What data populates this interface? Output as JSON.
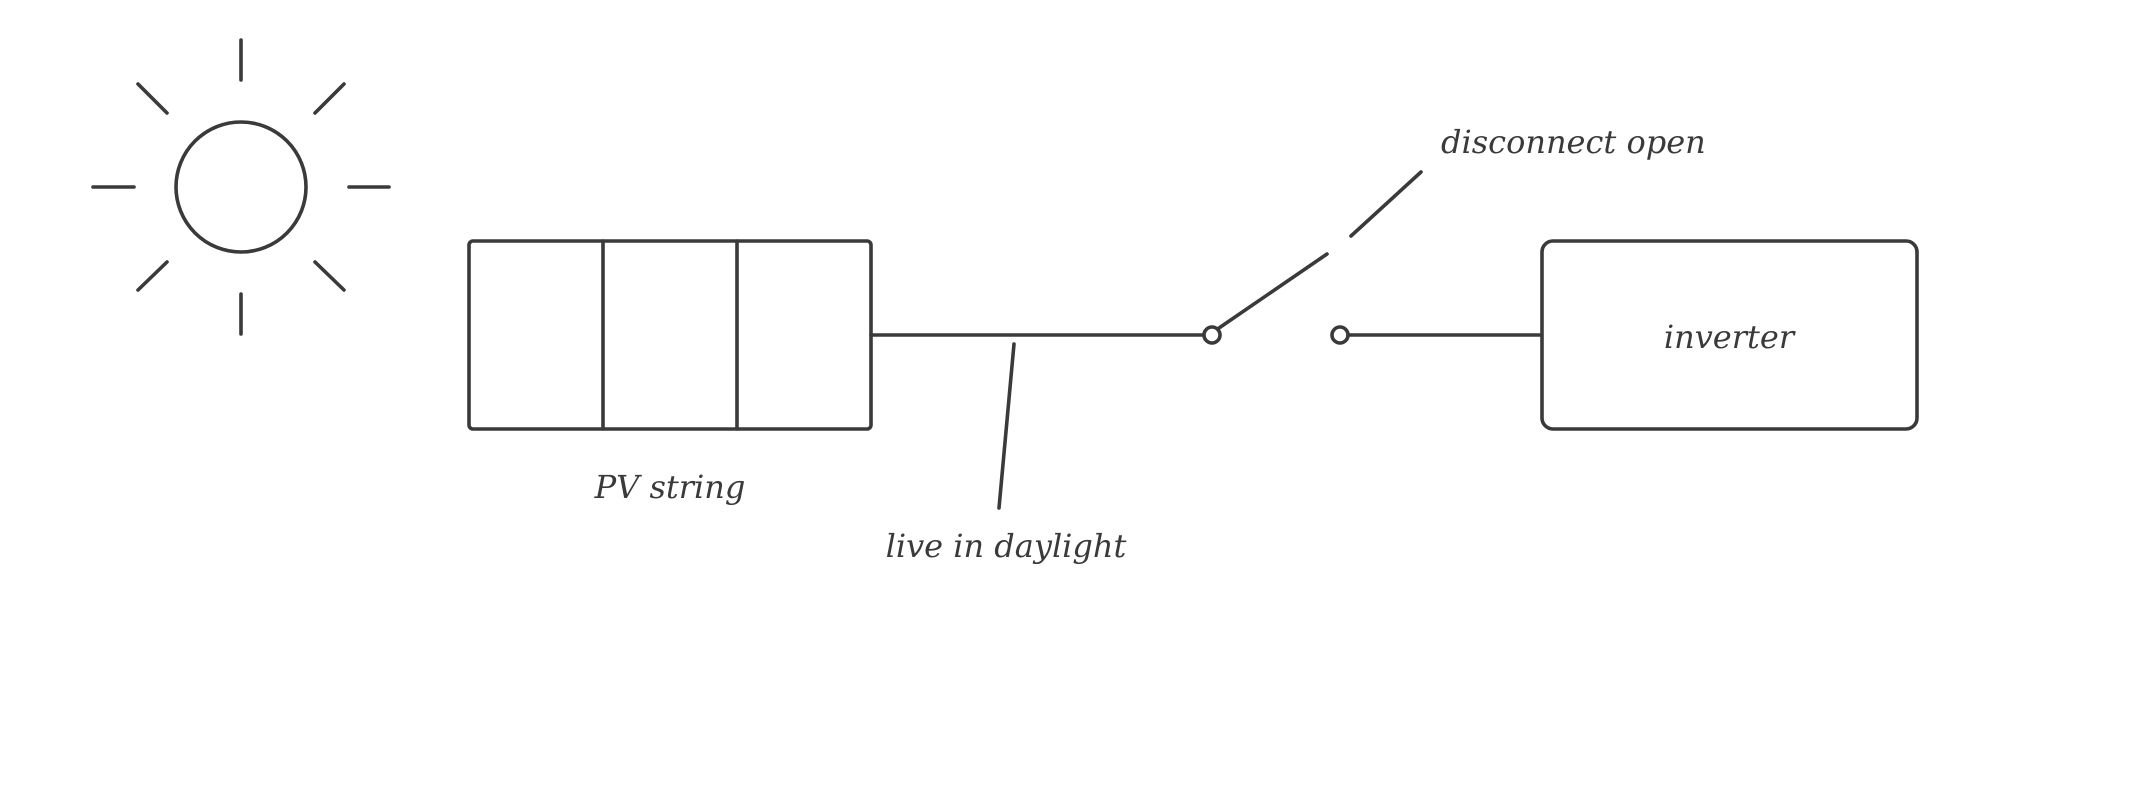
{
  "diagram": {
    "labels": {
      "pv_string": "PV string",
      "live_note": "live in daylight",
      "disconnect": "disconnect open",
      "inverter": "inverter"
    },
    "sun_icon": "sun-icon",
    "switch_state": "open",
    "line_color": "#3a3a3a",
    "background_color": "#ffffff"
  }
}
